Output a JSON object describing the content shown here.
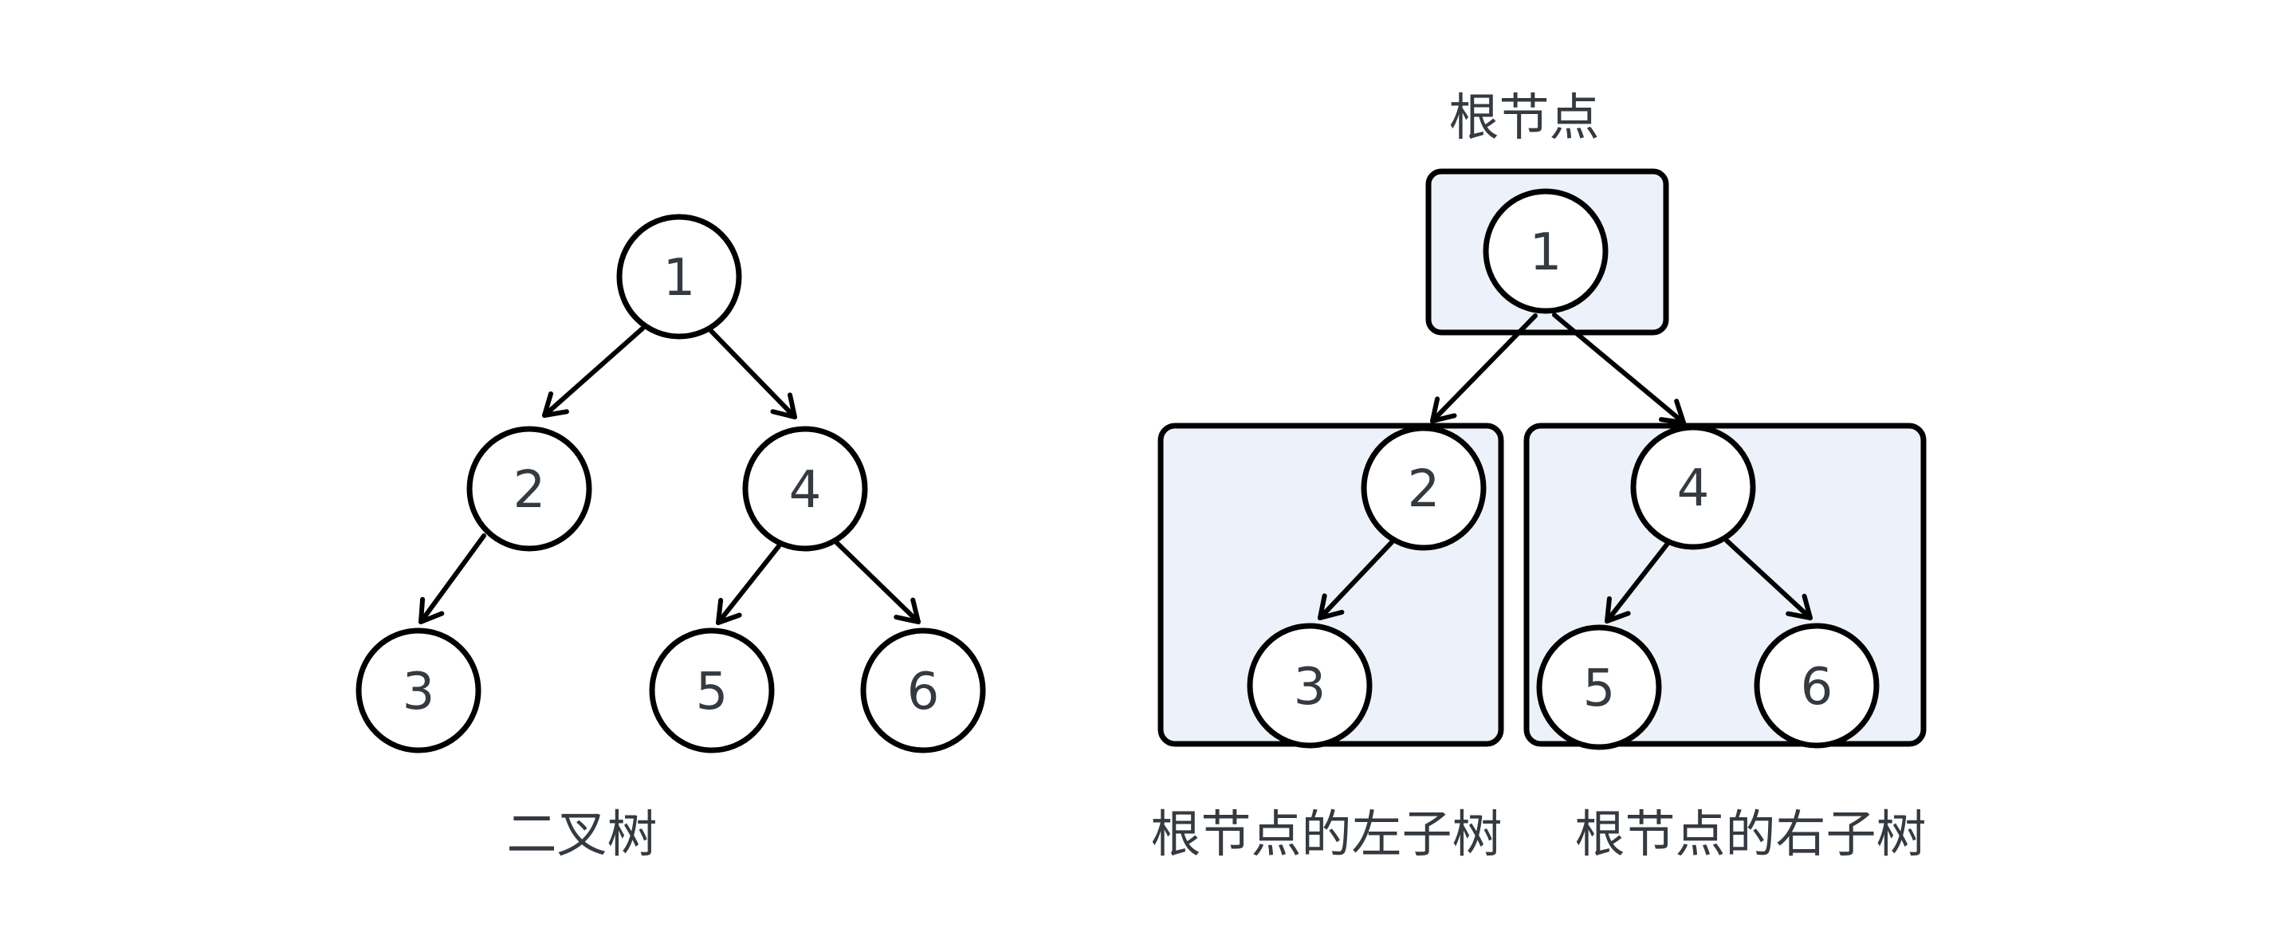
{
  "colors": {
    "background": "#ffffff",
    "stroke": "#000000",
    "text": "#343a40",
    "subtree_box_fill": "#edf1fa"
  },
  "left_figure": {
    "caption": "二叉树",
    "node_values": {
      "n1": "1",
      "n2": "2",
      "n3": "3",
      "n4": "4",
      "n5": "5",
      "n6": "6"
    }
  },
  "right_figure": {
    "root_label": "根节点",
    "left_subtree_label": "根节点的左子树",
    "right_subtree_label": "根节点的右子树",
    "node_values": {
      "n1": "1",
      "n2": "2",
      "n3": "3",
      "n4": "4",
      "n5": "5",
      "n6": "6"
    }
  }
}
